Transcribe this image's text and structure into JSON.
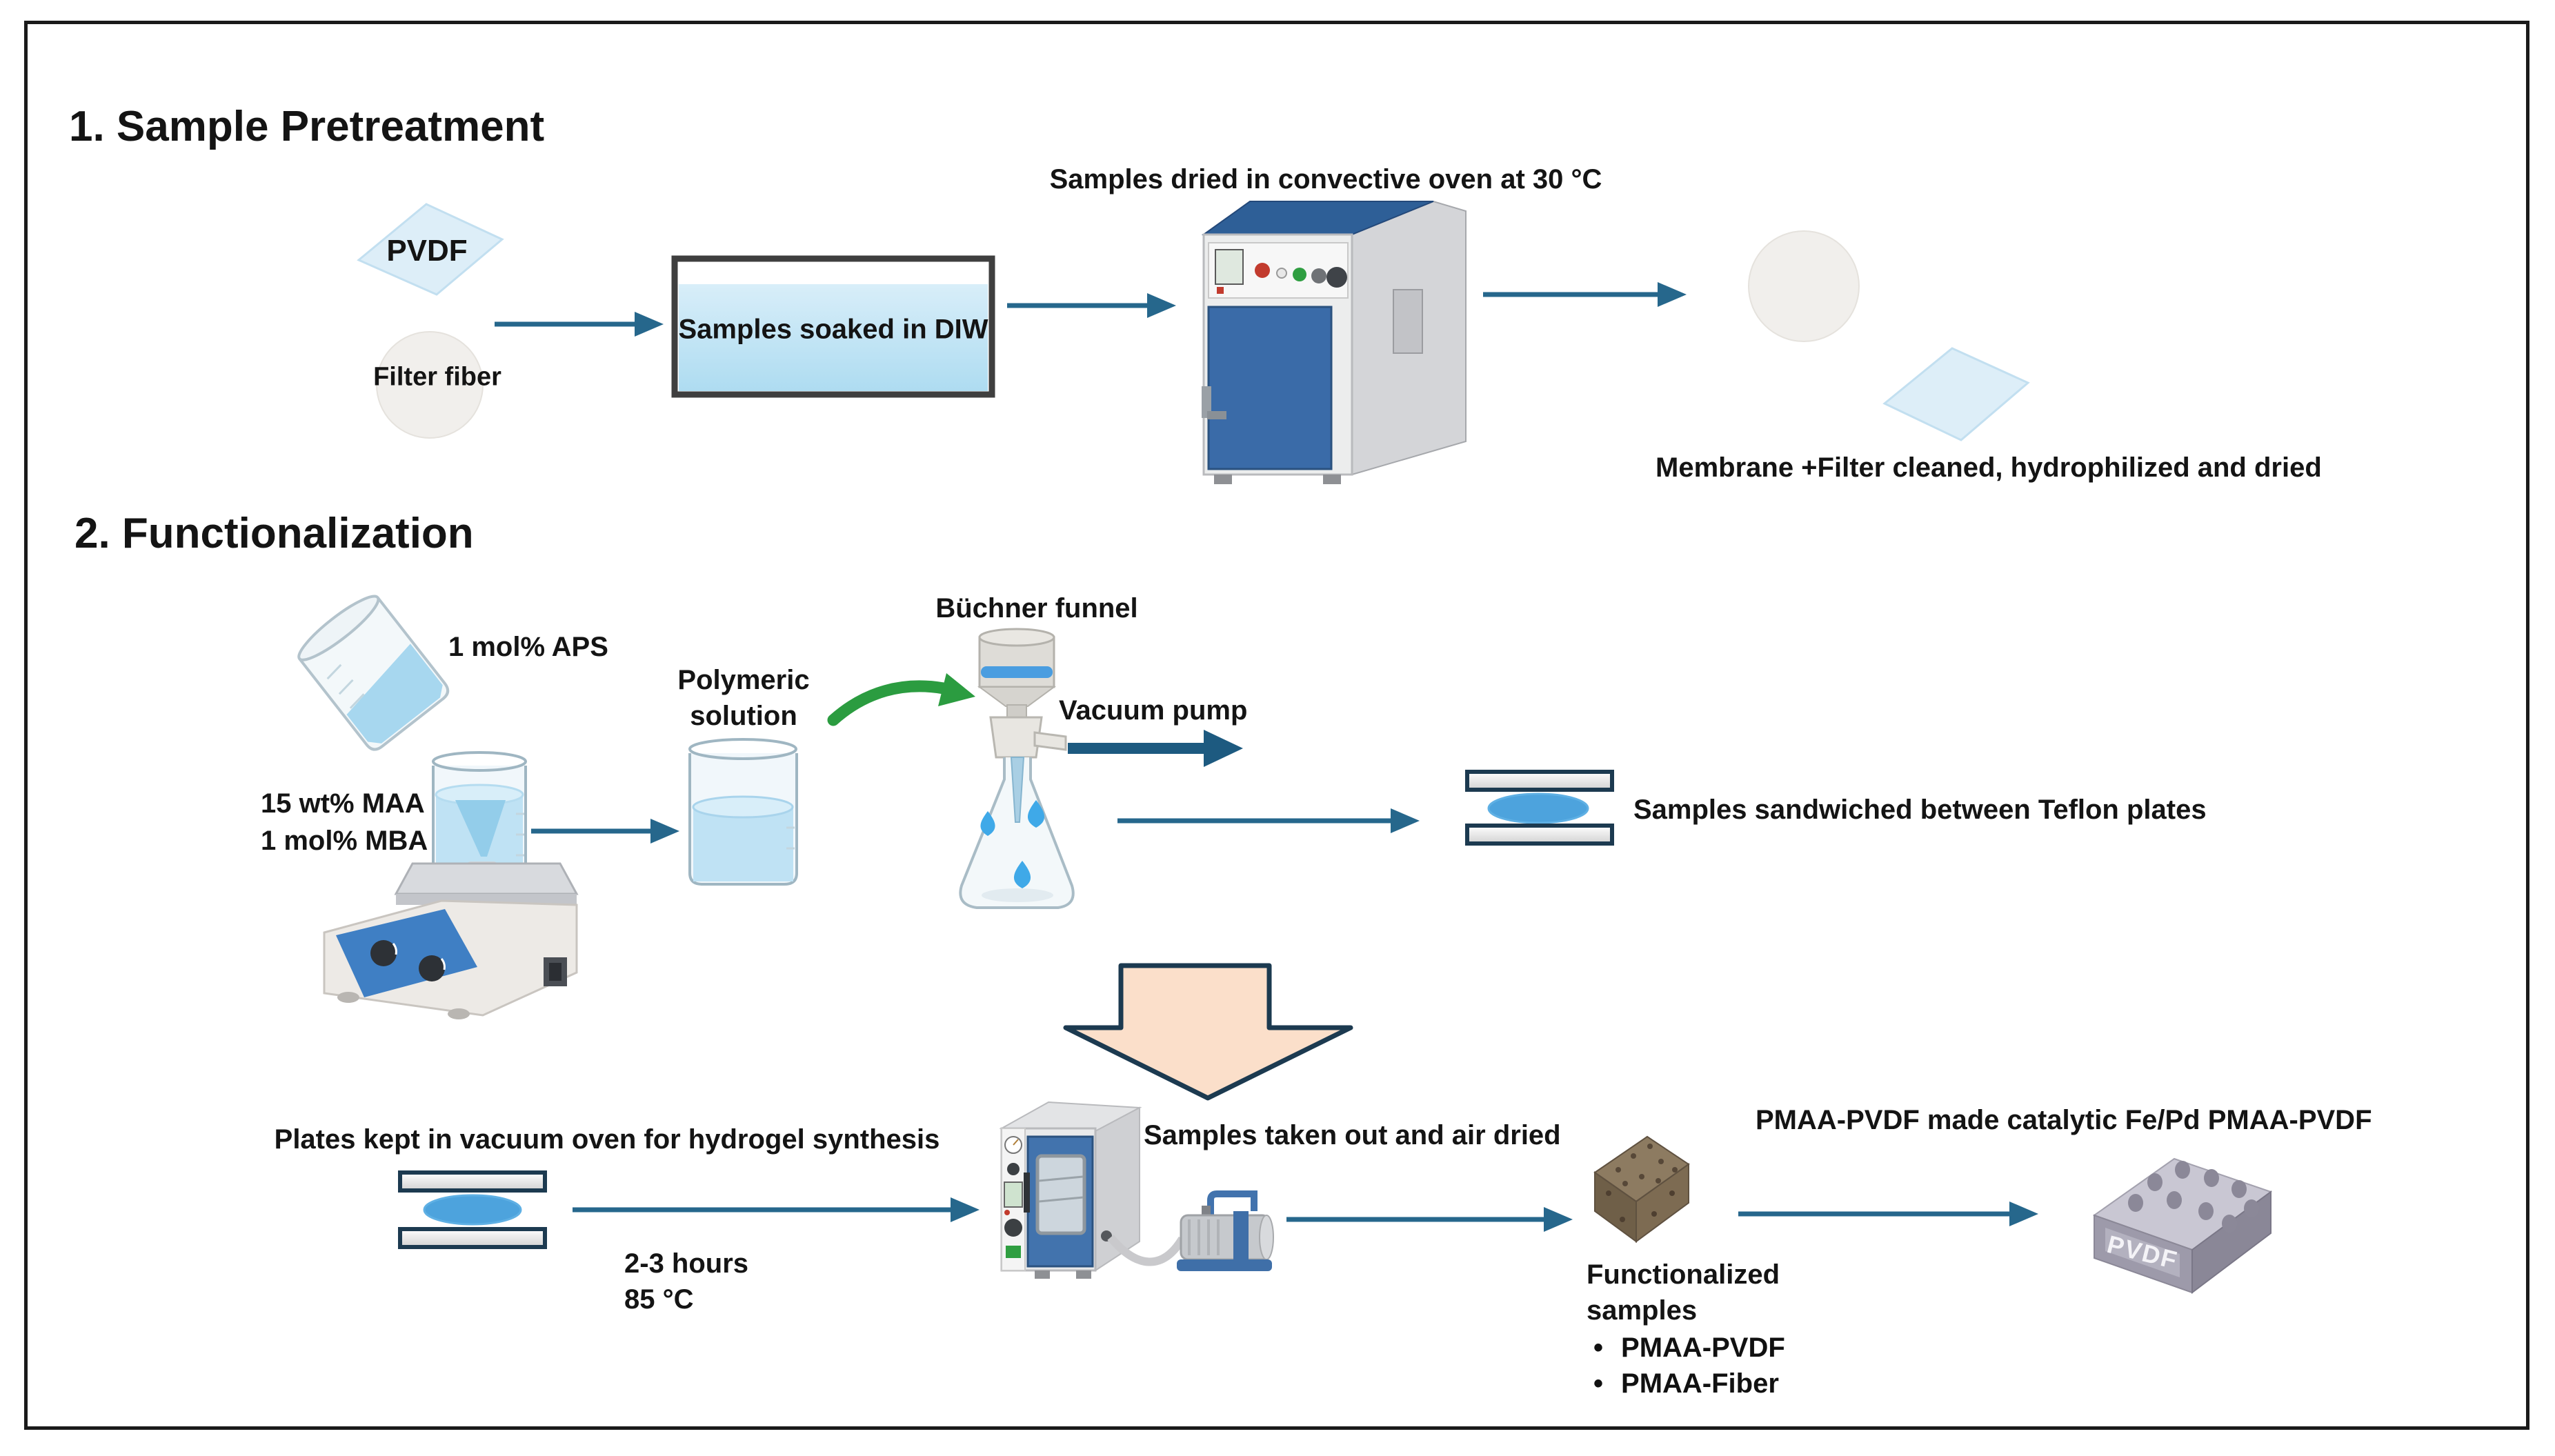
{
  "section1": {
    "title": "1. Sample Pretreatment",
    "pvdf_label": "PVDF",
    "filter_fiber_label": "Filter fiber",
    "diw_box_label": "Samples soaked in DIW",
    "oven_caption": "Samples dried in convective oven at 30 °C",
    "result_caption": "Membrane +Filter cleaned, hydrophilized and dried"
  },
  "section2": {
    "title": "2. Functionalization",
    "aps_label": "1 mol% APS",
    "maa_label": "15 wt% MAA",
    "mba_label": "1 mol% MBA",
    "polymeric_line1": "Polymeric",
    "polymeric_line2": "solution",
    "buchner_label": "Büchner funnel",
    "vacuum_pump_label": "Vacuum pump",
    "teflon_caption": "Samples sandwiched between Teflon plates",
    "plates_caption": "Plates kept in vacuum oven for hydrogel synthesis",
    "duration_label": "2-3 hours",
    "temperature_label": "85 °C",
    "air_dried_caption": "Samples taken out and air dried",
    "functionalized_line1": "Functionalized",
    "functionalized_line2": "samples",
    "bullet": "•",
    "functionalized_items": [
      "PMAA-PVDF",
      "PMAA-Fiber"
    ],
    "catalytic_caption": "PMAA-PVDF made catalytic Fe/Pd PMAA-PVDF",
    "pvdf_block_label": "PVDF"
  },
  "colors": {
    "arrow_blue": "#26678c",
    "arrow_thick_blue": "#1d5a80",
    "green_arrow": "#2b9c40",
    "big_arrow_fill": "#fbdfca",
    "big_arrow_border": "#1c3a50",
    "water_blue": "#bfe2f4",
    "sample_blue": "#4da3dd",
    "diamond_fill": "#ddeef8",
    "oven_blue": "#3a6ba8",
    "sponge_brown": "#8d7b61"
  }
}
